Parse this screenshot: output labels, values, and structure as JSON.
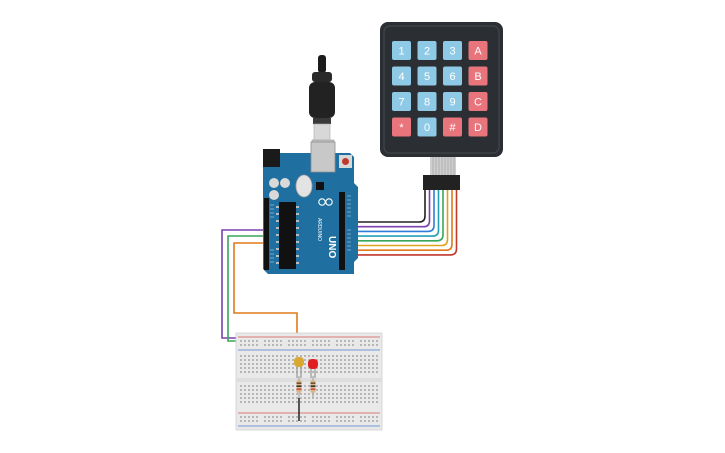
{
  "colors": {
    "background": "#ffffff",
    "board": "#1f6fa0",
    "board_dark": "#175a83",
    "keypad_body": "#2b2f33",
    "key_blue": "#8ecae6",
    "key_red": "#e8747c",
    "breadboard": "#e9e9e9",
    "rail_red": "#d9534f",
    "rail_blue": "#4a7bd0"
  },
  "keypad": {
    "keys": [
      {
        "label": "1",
        "color": "blue"
      },
      {
        "label": "2",
        "color": "blue"
      },
      {
        "label": "3",
        "color": "blue"
      },
      {
        "label": "A",
        "color": "red"
      },
      {
        "label": "4",
        "color": "blue"
      },
      {
        "label": "5",
        "color": "blue"
      },
      {
        "label": "6",
        "color": "blue"
      },
      {
        "label": "B",
        "color": "red"
      },
      {
        "label": "7",
        "color": "blue"
      },
      {
        "label": "8",
        "color": "blue"
      },
      {
        "label": "9",
        "color": "blue"
      },
      {
        "label": "C",
        "color": "red"
      },
      {
        "label": "*",
        "color": "red"
      },
      {
        "label": "0",
        "color": "blue"
      },
      {
        "label": "#",
        "color": "red"
      },
      {
        "label": "D",
        "color": "red"
      }
    ]
  },
  "board": {
    "name": "ARDUINO",
    "model": "UNO"
  },
  "wires": {
    "keypad_colors": [
      "#222222",
      "#7b3fb0",
      "#2e7dd7",
      "#23a0b5",
      "#3aa65a",
      "#e0a21a",
      "#e07a1a",
      "#c0392b"
    ],
    "left_colors": [
      "#7b3fb0",
      "#3aa65a",
      "#e07a1a"
    ]
  },
  "leds": [
    {
      "name": "led-yellow",
      "color": "#d8a830"
    },
    {
      "name": "led-red",
      "color": "#e02020"
    }
  ]
}
